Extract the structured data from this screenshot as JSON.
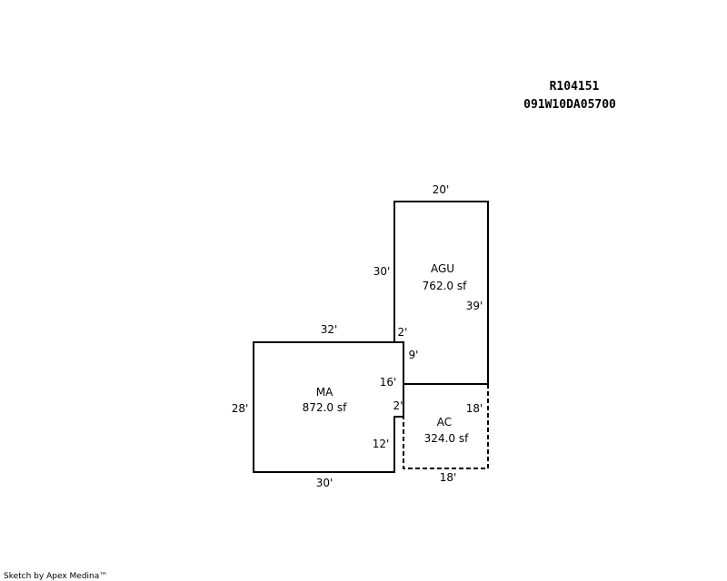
{
  "header": {
    "account": "R104151",
    "map_number": "091W10DA05700"
  },
  "areas": {
    "agu": {
      "name": "AGU",
      "area": "762.0 sf"
    },
    "ma": {
      "name": "MA",
      "area": "872.0 sf"
    },
    "ac": {
      "name": "AC",
      "area": "324.0 sf"
    }
  },
  "dimensions": {
    "agu_top": "20'",
    "agu_left": "30'",
    "agu_right": "39'",
    "notch_top": "2'",
    "notch_side": "9'",
    "ma_top": "32'",
    "ma_left": "28'",
    "ma_bottom": "30'",
    "ma_step_16": "16'",
    "ma_step_2": "2'",
    "ma_step_12": "12'",
    "ac_right": "18'",
    "ac_bottom": "18'"
  },
  "footer": {
    "credit": "Sketch by Apex Medina™"
  }
}
